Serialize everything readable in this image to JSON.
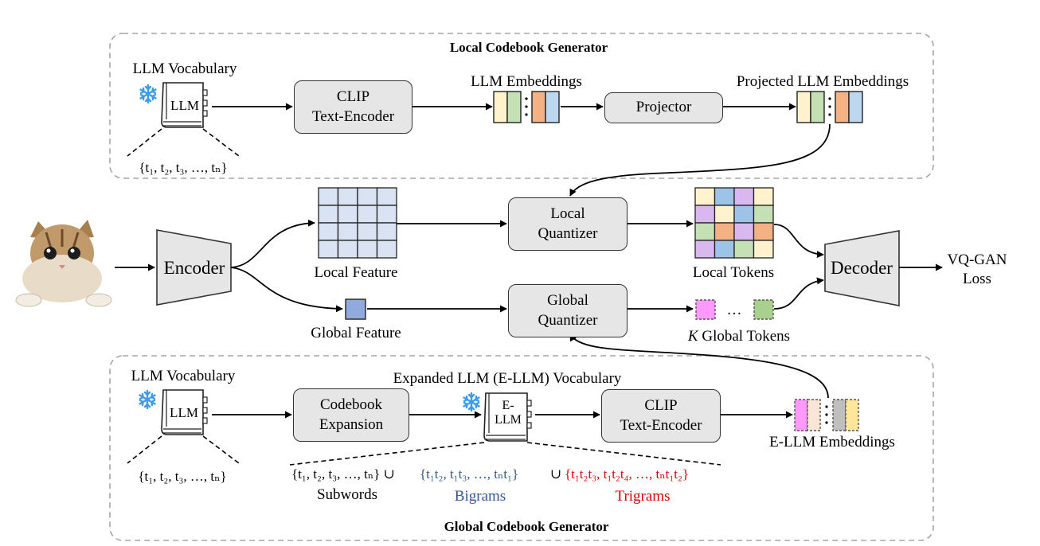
{
  "local_generator": {
    "title": "Local Codebook Generator",
    "vocab_label": "LLM Vocabulary",
    "book_label": "LLM",
    "token_set": "{t₁, t₂, t₃, …, tₙ}",
    "clip_line1": "CLIP",
    "clip_line2": "Text-Encoder",
    "embeddings_label": "LLM Embeddings",
    "projector_label": "Projector",
    "projected_label": "Projected LLM Embeddings"
  },
  "middle": {
    "encoder_label": "Encoder",
    "local_feature_label": "Local Feature",
    "global_feature_label": "Global Feature",
    "local_quantizer_line1": "Local",
    "local_quantizer_line2": "Quantizer",
    "global_quantizer_line1": "Global",
    "global_quantizer_line2": "Quantizer",
    "local_tokens_label": "Local Tokens",
    "global_tokens_k": "K",
    "global_tokens_label": " Global Tokens",
    "ellipsis": "…",
    "decoder_label": "Decoder",
    "loss_line1": "VQ-GAN",
    "loss_line2": "Loss"
  },
  "global_generator": {
    "title": "Global Codebook Generator",
    "vocab_label": "LLM Vocabulary",
    "book_label": "LLM",
    "token_set": "{t₁, t₂, t₃, …, tₙ}",
    "expansion_line1": "Codebook",
    "expansion_line2": "Expansion",
    "expanded_vocab_label": "Expanded LLM (E-LLM) Vocabulary",
    "ebook_line1": "E-",
    "ebook_line2": "LLM",
    "clip_line1": "CLIP",
    "clip_line2": "Text-Encoder",
    "embeddings_label": "E-LLM Embeddings",
    "subwords_set": "{t₁, t₂, t₃, …, tₙ} ∪",
    "bigrams_set": "{t₁t₂, t₁t₃, …, tₙt₁}",
    "union": "∪",
    "trigrams_set": "{t₁t₂t₃, t₁t₂t₄, …, tₙt₁t₂}",
    "subwords_label": "Subwords",
    "bigrams_label": "Bigrams",
    "trigrams_label": "Trigrams"
  },
  "colors": {
    "yellow": "#fff2cc",
    "green": "#c5e0b4",
    "orange": "#f4b183",
    "light_blue": "#bdd7ee",
    "purple": "#d9b8f0",
    "blue": "#9dc3e6",
    "pink": "#ff99ff",
    "peach": "#fbe5d6",
    "grid_blue": "#dae3f3",
    "global_feature": "#8faadc",
    "freeze_icon": "#3d9be9",
    "bigram_text": "#2f5597",
    "trigram_text": "#e00000"
  },
  "local_token_grid": [
    [
      "yellow",
      "blue",
      "purple",
      "yellow"
    ],
    [
      "purple",
      "yellow",
      "blue",
      "green"
    ],
    [
      "green",
      "orange",
      "purple",
      "orange"
    ],
    [
      "purple",
      "blue",
      "green",
      "yellow"
    ]
  ]
}
